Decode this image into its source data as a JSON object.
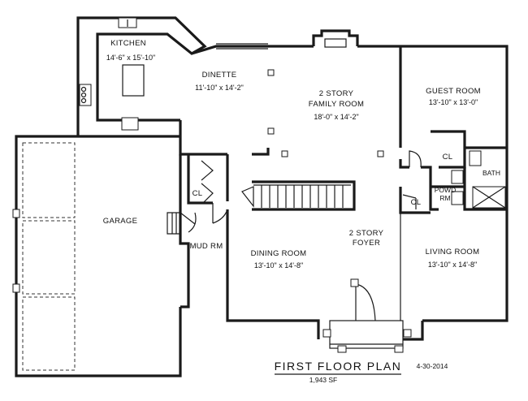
{
  "plan": {
    "title": "FIRST FLOOR PLAN",
    "date": "4-30-2014",
    "area": "1,943 SF"
  },
  "rooms": {
    "kitchen": {
      "name": "KITCHEN",
      "size": "14'-6\" x 15'-10\""
    },
    "dinette": {
      "name": "DINETTE",
      "size": "11'-10\" x 14'-2\""
    },
    "family_room": {
      "name_line1": "2 STORY",
      "name_line2": "FAMILY ROOM",
      "size": "18'-0\" x 14'-2\""
    },
    "guest_room": {
      "name": "GUEST ROOM",
      "size": "13'-10\" x 13'-0\""
    },
    "garage": {
      "name": "GARAGE"
    },
    "mud_room": {
      "name": "MUD RM"
    },
    "dining_room": {
      "name": "DINING ROOM",
      "size": "13'-10\" x 14'-8\""
    },
    "foyer": {
      "name_line1": "2 STORY",
      "name_line2": "FOYER"
    },
    "living_room": {
      "name": "LIVING ROOM",
      "size": "13'-10\" x 14'-8\""
    },
    "closet_mud": {
      "name": "CL"
    },
    "closet_guest": {
      "name": "CL"
    },
    "closet_powder": {
      "name": "CL"
    },
    "powder_room": {
      "name_line1": "POWD",
      "name_line2": "RM"
    },
    "bath": {
      "name": "BATH"
    }
  }
}
